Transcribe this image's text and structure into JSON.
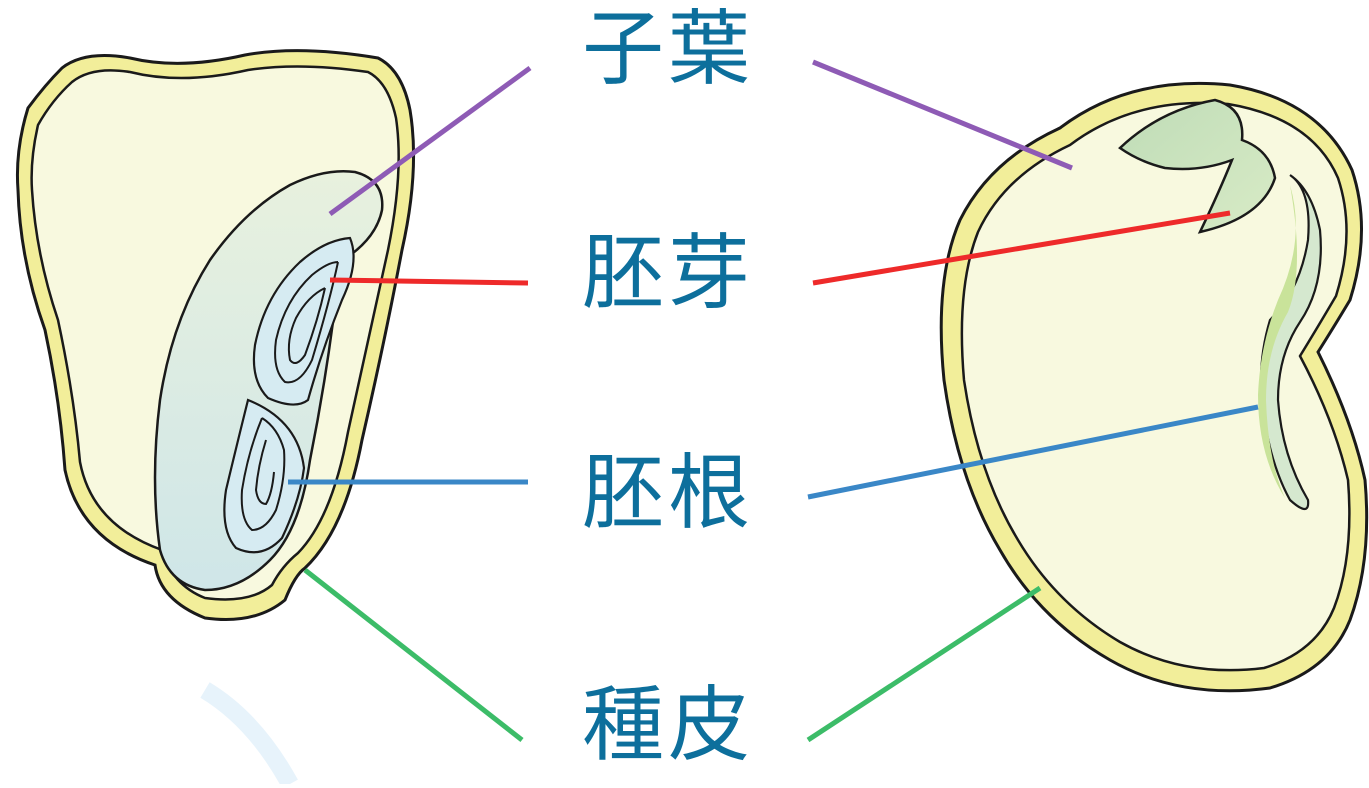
{
  "labels": {
    "cotyledon": "子葉",
    "plumule": "胚芽",
    "radicle": "胚根",
    "seed_coat": "種皮"
  },
  "colors": {
    "label_text": "#0d6f9c",
    "cotyledon_line": "#8e5bb5",
    "plumule_line": "#ee2a2a",
    "radicle_line": "#3a87c7",
    "seed_coat_line": "#3cbc68",
    "seed_coat": "#f2ee9a",
    "seed_interior": "#f8f9df",
    "embryo_green": "#d5e8cf",
    "embryo_blue": "#d6ebf2",
    "outline": "#1a1a1a"
  }
}
